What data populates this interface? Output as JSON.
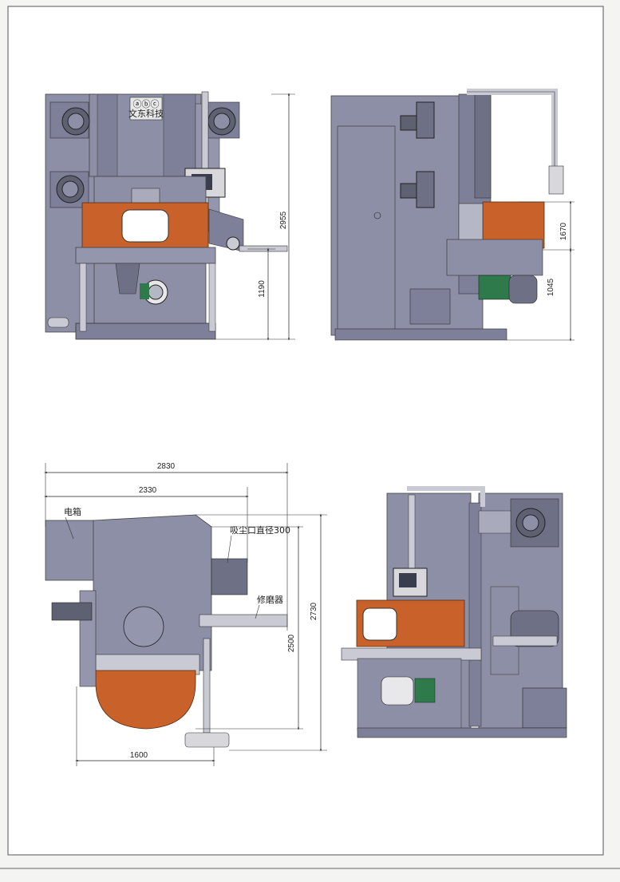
{
  "front_view": {
    "dims": {
      "overall_height": "2955",
      "table_height": "1190"
    },
    "panel_text": {
      "line1": "ⓐⓑⓒ",
      "line2": "文东科技"
    }
  },
  "side_view": {
    "dims": {
      "upper_height": "1670",
      "lower_height": "1045"
    }
  },
  "top_view": {
    "dims": {
      "overall_width": "2830",
      "body_width": "2330",
      "overall_depth": "2730",
      "body_depth": "2500",
      "base_width": "1600"
    },
    "labels": {
      "electrical_box": "电箱",
      "dust_outlet": "吸尘口直径300",
      "dresser": "修磨器"
    }
  },
  "colors": {
    "machine": "#8c8fa6",
    "machine_dark": "#6e7186",
    "orange": "#c8622a",
    "line": "#333333",
    "background": "#f4f4f2"
  }
}
